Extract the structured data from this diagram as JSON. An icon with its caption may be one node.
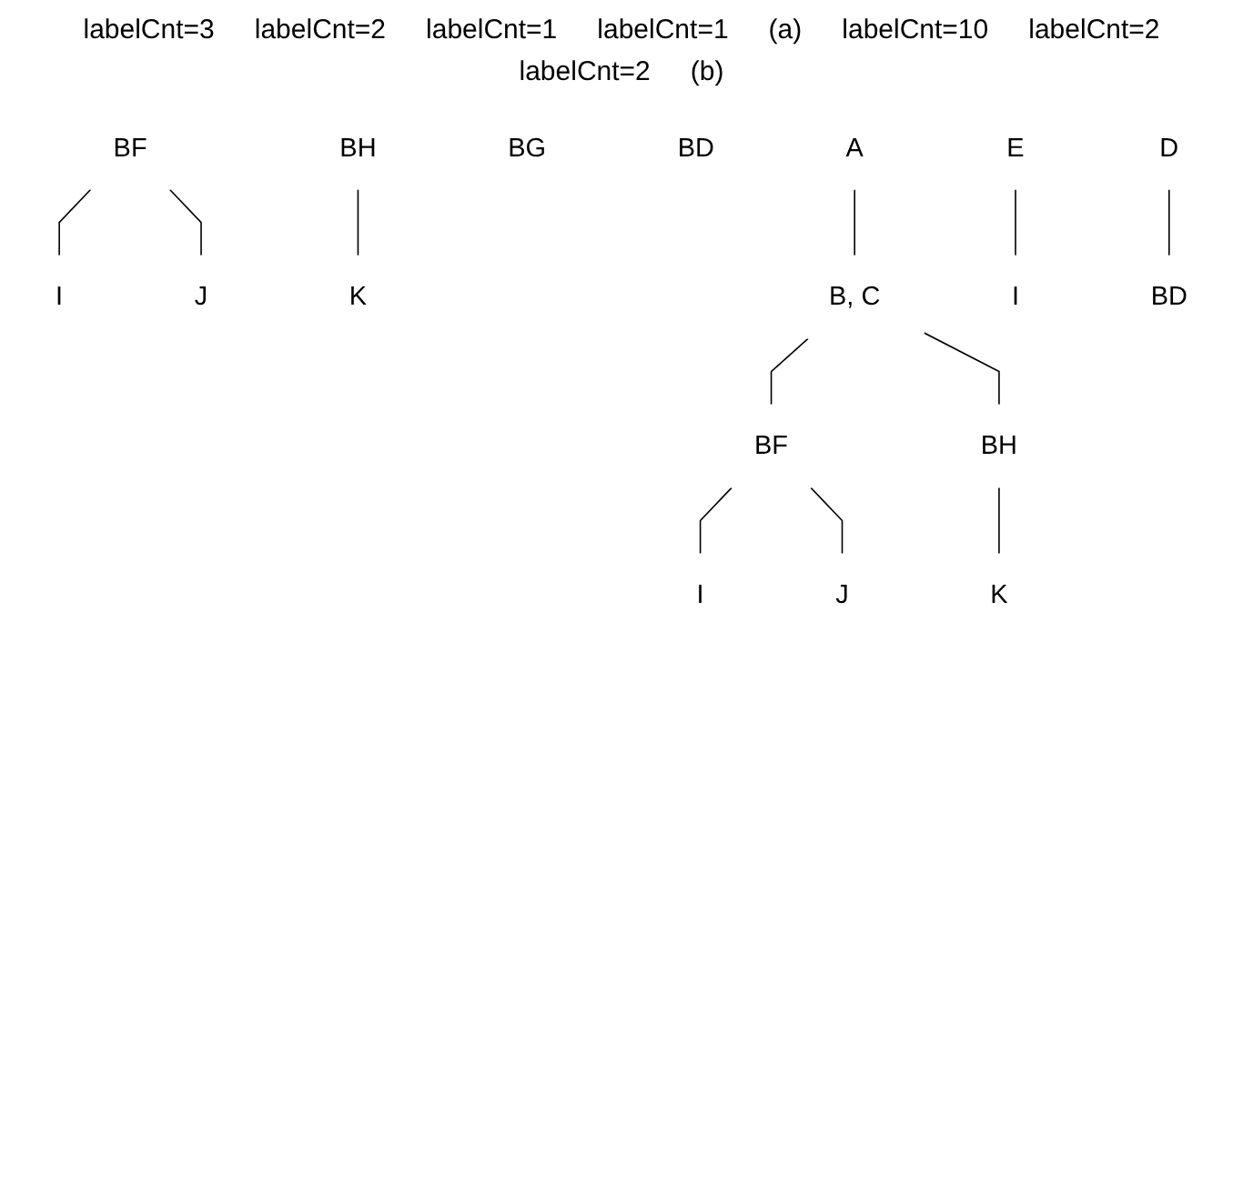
{
  "diagram": {
    "nodes": [
      {
        "text": [
          "BF"
        ]
      },
      {
        "text": [
          "I"
        ]
      },
      {
        "text": [
          "J"
        ]
      },
      {
        "text": [
          "BH"
        ]
      },
      {
        "text": [
          "K"
        ]
      },
      {
        "text": [
          "BG"
        ]
      },
      {
        "text": [
          "BD"
        ]
      },
      {
        "text": [
          "A"
        ]
      },
      {
        "text": [
          "B, C"
        ]
      },
      {
        "text": [
          "BF"
        ]
      },
      {
        "text": [
          "BH"
        ]
      },
      {
        "text": [
          "I"
        ]
      },
      {
        "text": [
          "J"
        ]
      },
      {
        "text": [
          "K"
        ]
      },
      {
        "text": [
          "E"
        ]
      },
      {
        "text": [
          "I"
        ]
      },
      {
        "text": [
          "D"
        ]
      },
      {
        "text": [
          "BD"
        ]
      }
    ],
    "edges": [
      {
        "from": 0,
        "to": 1,
        "arrow": "none"
      },
      {
        "from": 0,
        "to": 2,
        "arrow": "none"
      },
      {
        "from": 3,
        "to": 4,
        "arrow": "none"
      },
      {
        "from": 7,
        "to": 8,
        "arrow": "none"
      },
      {
        "from": 8,
        "to": 9,
        "arrow": "none"
      },
      {
        "from": 8,
        "to": 10,
        "arrow": "none"
      },
      {
        "from": 9,
        "to": 11,
        "arrow": "none"
      },
      {
        "from": 9,
        "to": 12,
        "arrow": "none"
      },
      {
        "from": 10,
        "to": 13,
        "arrow": "none"
      },
      {
        "from": 14,
        "to": 15,
        "arrow": "none"
      },
      {
        "from": 16,
        "to": 17,
        "arrow": "none"
      }
    ],
    "labels": [
      "labelCnt=3",
      "labelCnt=2",
      "labelCnt=1",
      "labelCnt=1",
      "(a)",
      "labelCnt=10",
      "labelCnt=2",
      "labelCnt=2",
      "(b)"
    ]
  }
}
